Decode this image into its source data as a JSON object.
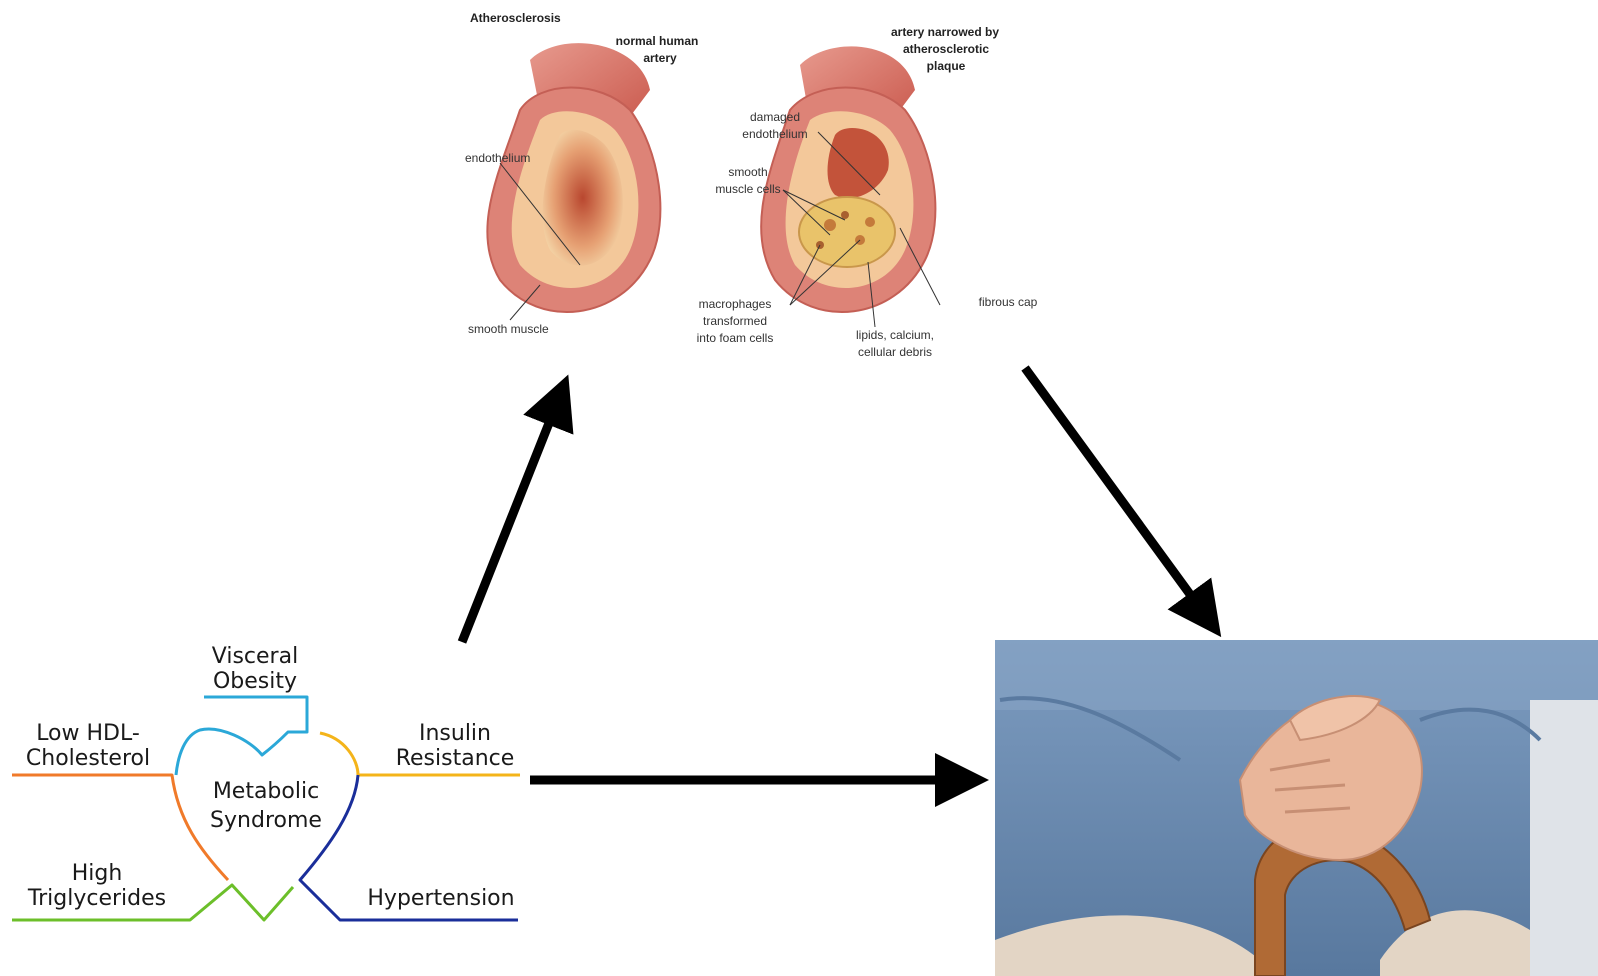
{
  "atherosclerosis": {
    "title": "Atherosclerosis",
    "normal_artery_label": [
      "normal human",
      "artery"
    ],
    "narrowed_artery_label": [
      "artery narrowed by",
      "atherosclerotic",
      "plaque"
    ],
    "endothelium": "endothelium",
    "smooth_muscle": "smooth muscle",
    "damaged_endothelium": [
      "damaged",
      "endothelium"
    ],
    "smooth_muscle_cells": [
      "smooth",
      "muscle cells"
    ],
    "macrophages": [
      "macrophages",
      "transformed",
      "into foam cells"
    ],
    "lipids": [
      "lipids, calcium,",
      "cellular debris"
    ],
    "fibrous_cap": "fibrous cap"
  },
  "metabolic_syndrome": {
    "center": [
      "Metabolic",
      "Syndrome"
    ],
    "visceral_obesity": [
      "Visceral",
      "Obesity"
    ],
    "low_hdl": [
      "Low HDL-",
      "Cholesterol"
    ],
    "insulin_resistance": [
      "Insulin",
      "Resistance"
    ],
    "high_triglycerides": [
      "High",
      "Triglycerides"
    ],
    "hypertension": "Hypertension"
  },
  "colors": {
    "visceral_obesity": "#2ba8d8",
    "low_hdl": "#f07a2a",
    "insulin_resistance": "#f4b41a",
    "high_triglycerides": "#6cbf2a",
    "hypertension": "#1a2e9a",
    "arrow": "#000000",
    "artery_outer": "#d9756a",
    "artery_inner": "#f3c89a",
    "sweater": "#6f8fb4",
    "cane": "#b06a35",
    "skin": "#e9b69a"
  },
  "elderly_photo": {
    "subject": "elderly-hands-on-cane-photo"
  }
}
